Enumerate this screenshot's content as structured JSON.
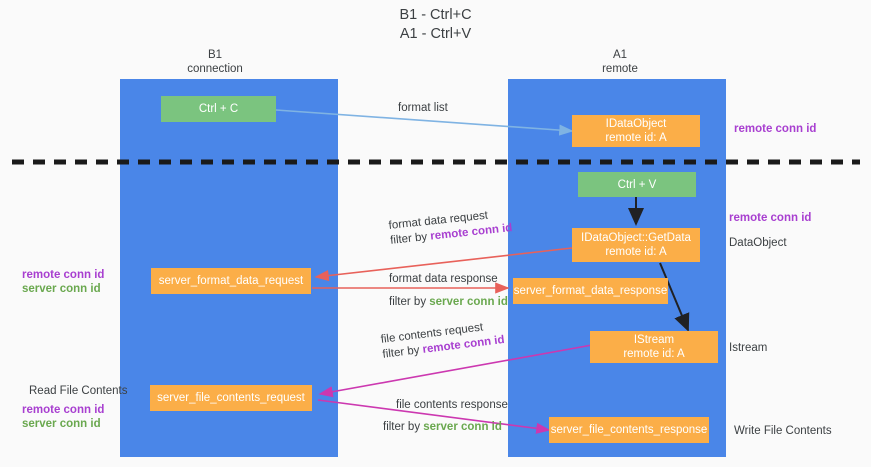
{
  "title": {
    "line1": "B1 - Ctrl+C",
    "line2": "A1 - Ctrl+V"
  },
  "columns": [
    {
      "name": "B1",
      "role": "connection"
    },
    {
      "name": "A1",
      "role": "remote"
    }
  ],
  "colors": {
    "lane": "#4a86e8",
    "green_node": "#7bc47f",
    "orange_node": "#fbae48",
    "purple_text": "#a83fd0",
    "green_text": "#6aa84f",
    "blue_arrow": "#7fb3e3",
    "red_arrow": "#e8615a",
    "magenta_arrow": "#cc38b0",
    "black_arrow": "#202124",
    "divider": "#1a1a1a",
    "background": "#fafafa"
  },
  "nodes": {
    "ctrl_c": {
      "label": "Ctrl + C",
      "color": "green"
    },
    "ctrl_v": {
      "label": "Ctrl + V",
      "color": "green"
    },
    "idataobject": {
      "line1": "IDataObject",
      "line2": "remote id: A",
      "color": "orange"
    },
    "getdata": {
      "line1": "IDataObject::GetData",
      "line2": "remote id: A",
      "color": "orange"
    },
    "istream": {
      "line1": "IStream",
      "line2": "remote id: A",
      "color": "orange"
    },
    "server_format_data_request": {
      "label": "server_format_data_request",
      "color": "orange"
    },
    "server_format_data_response": {
      "label": "server_format_data_response",
      "color": "orange"
    },
    "server_file_contents_request": {
      "label": "server_file_contents_request",
      "color": "orange"
    },
    "server_file_contents_response": {
      "label": "server_file_contents_response",
      "color": "orange"
    }
  },
  "edges": {
    "format_list": {
      "label": "format list"
    },
    "format_data_request": {
      "line1": "format data request",
      "prefix": "filter by ",
      "key": "remote conn id"
    },
    "format_data_response": {
      "line1": "format data response",
      "prefix": "filter by ",
      "key": "server conn id"
    },
    "file_contents_request": {
      "line1": "file contents request",
      "prefix": "filter by ",
      "key": "remote conn id"
    },
    "file_contents_response": {
      "line1": "file contents response",
      "prefix": "filter by ",
      "key": "server conn id"
    }
  },
  "right_labels": {
    "remote_conn_id_top": "remote conn id",
    "remote_conn_id_mid": "remote conn id",
    "dataobject": "DataObject",
    "istream": "Istream",
    "write_file_contents": "Write File Contents"
  },
  "left_labels": {
    "remote_conn_id_mid": "remote conn id",
    "server_conn_id_mid": "server conn id",
    "read_file_contents": "Read File Contents",
    "remote_conn_id_bottom": "remote conn id",
    "server_conn_id_bottom": "server conn id"
  }
}
